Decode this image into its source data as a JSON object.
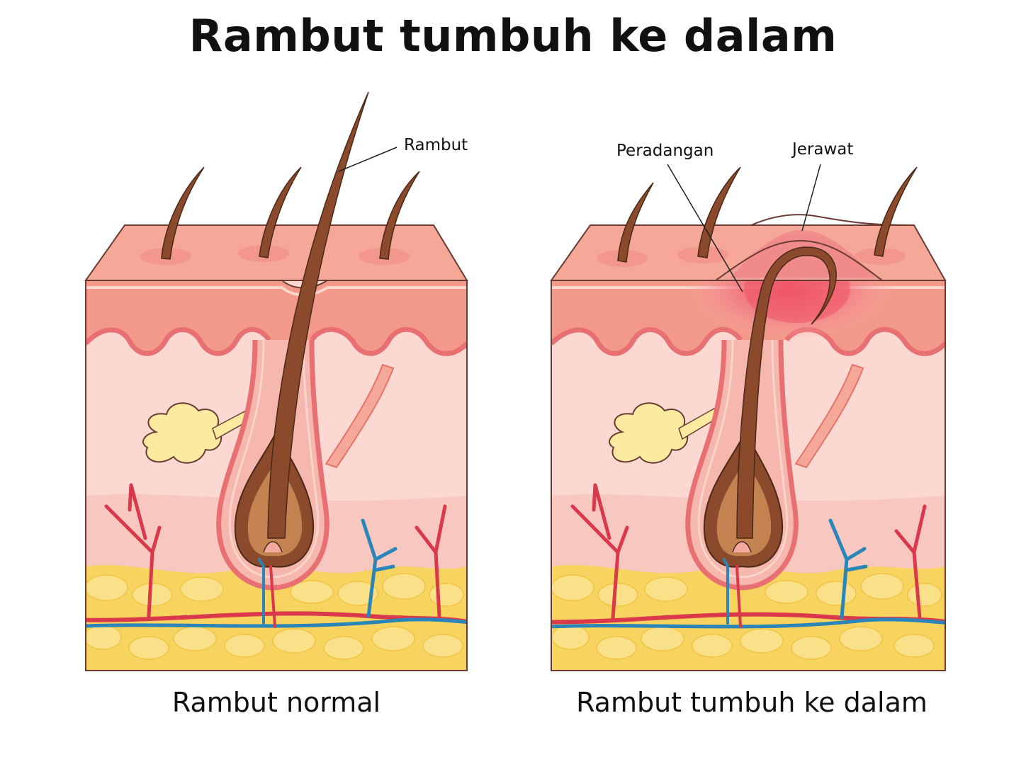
{
  "title": "Rambut tumbuh ke dalam",
  "panels": {
    "normal": {
      "caption": "Rambut normal",
      "labels": {
        "hair": "Rambut"
      }
    },
    "ingrown": {
      "caption": "Rambut tumbuh ke dalam",
      "labels": {
        "inflammation": "Peradangan",
        "pimple": "Jerawat"
      }
    }
  },
  "colors": {
    "skin_top": "#f5a898",
    "epidermis": "#f3998a",
    "dermis": "#fbd9d2",
    "dermis_lower": "#f8c8c0",
    "fat": "#f7d35f",
    "fat_cell": "#fbe08a",
    "hair": "#8b4a2b",
    "bulb": "#c48250",
    "gland": "#fbeaa0",
    "artery": "#d9394a",
    "vein": "#2a85b8",
    "inflammation": "#ee5a6a",
    "outline": "#5a3a30"
  }
}
